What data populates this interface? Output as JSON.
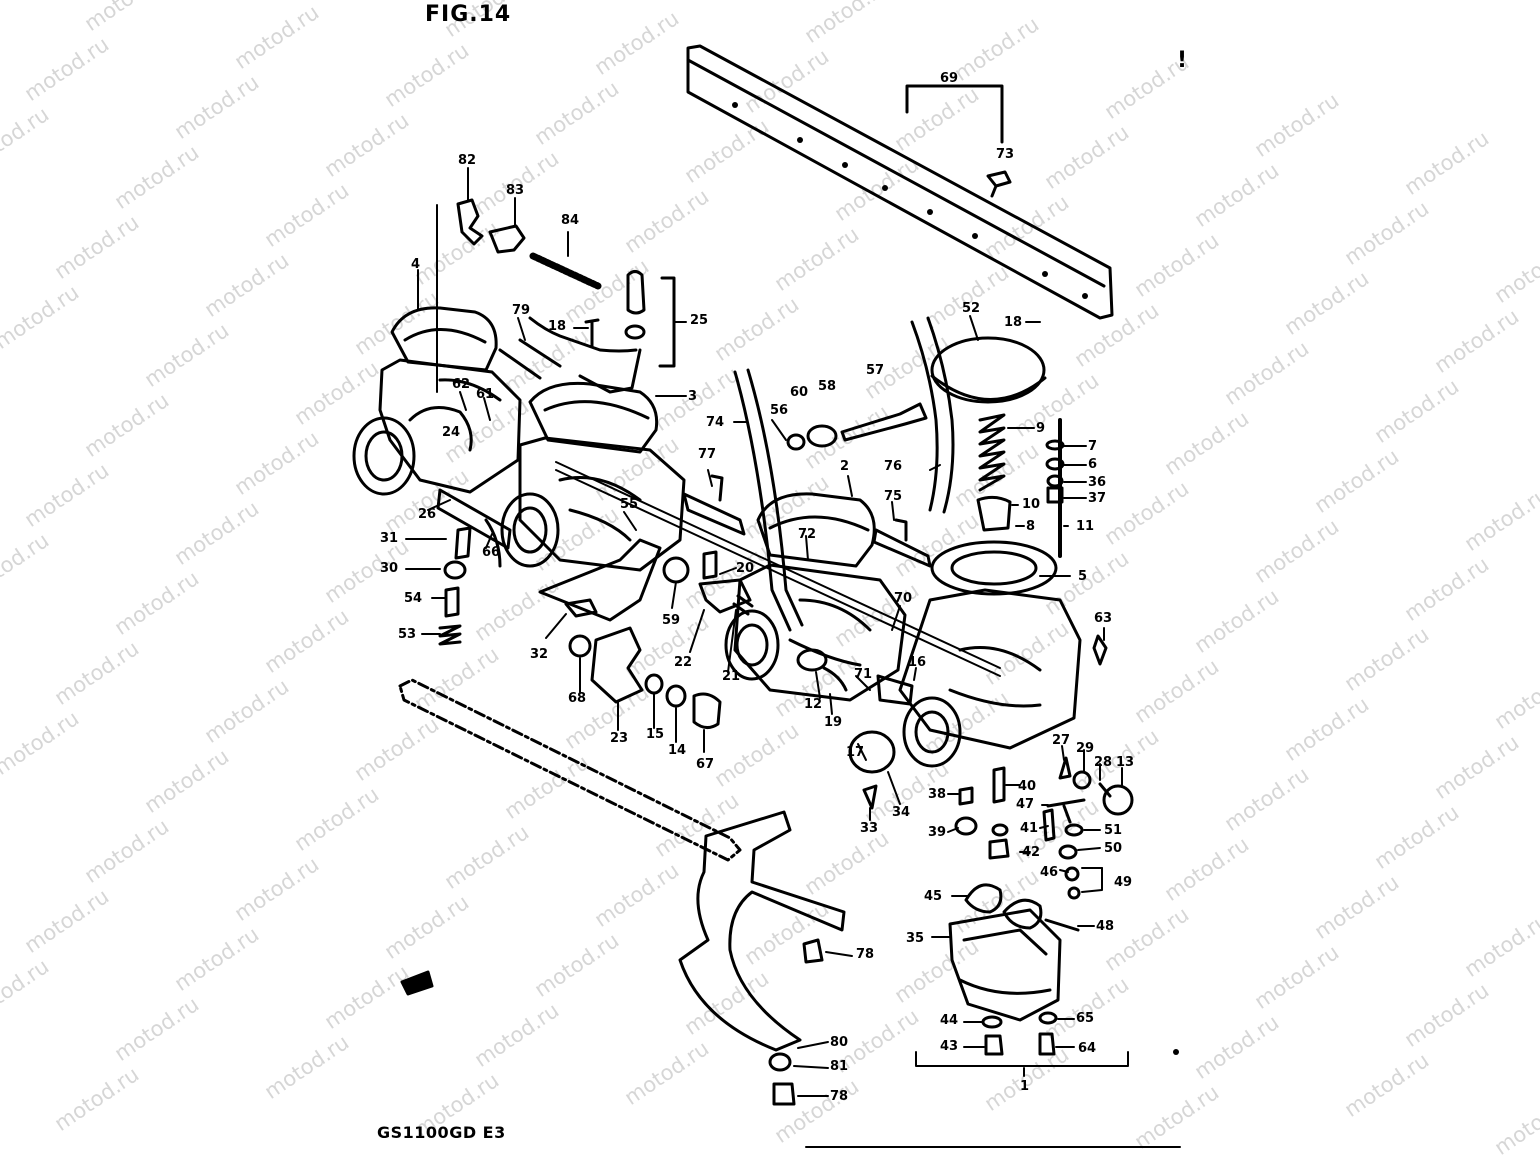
{
  "figure": {
    "title": "FIG.14",
    "model": "GS1100GD E3",
    "mark": "!",
    "watermark": "motod.ru"
  },
  "callouts": [
    {
      "id": "69",
      "label": "69"
    },
    {
      "id": "73",
      "label": "73"
    },
    {
      "id": "82",
      "label": "82"
    },
    {
      "id": "83",
      "label": "83"
    },
    {
      "id": "84",
      "label": "84"
    },
    {
      "id": "4",
      "label": "4"
    },
    {
      "id": "79",
      "label": "79"
    },
    {
      "id": "18a",
      "label": "18"
    },
    {
      "id": "25",
      "label": "25"
    },
    {
      "id": "52",
      "label": "52"
    },
    {
      "id": "18b",
      "label": "18"
    },
    {
      "id": "62",
      "label": "62"
    },
    {
      "id": "61",
      "label": "61"
    },
    {
      "id": "3",
      "label": "3"
    },
    {
      "id": "60",
      "label": "60"
    },
    {
      "id": "58",
      "label": "58"
    },
    {
      "id": "57",
      "label": "57"
    },
    {
      "id": "74",
      "label": "74"
    },
    {
      "id": "56",
      "label": "56"
    },
    {
      "id": "9",
      "label": "9"
    },
    {
      "id": "24",
      "label": "24"
    },
    {
      "id": "7",
      "label": "7"
    },
    {
      "id": "6",
      "label": "6"
    },
    {
      "id": "36",
      "label": "36"
    },
    {
      "id": "37",
      "label": "37"
    },
    {
      "id": "2",
      "label": "2"
    },
    {
      "id": "76",
      "label": "76"
    },
    {
      "id": "77",
      "label": "77"
    },
    {
      "id": "75",
      "label": "75"
    },
    {
      "id": "10",
      "label": "10"
    },
    {
      "id": "8",
      "label": "8"
    },
    {
      "id": "11",
      "label": "11"
    },
    {
      "id": "26",
      "label": "26"
    },
    {
      "id": "55",
      "label": "55"
    },
    {
      "id": "72",
      "label": "72"
    },
    {
      "id": "31",
      "label": "31"
    },
    {
      "id": "66",
      "label": "66"
    },
    {
      "id": "30",
      "label": "30"
    },
    {
      "id": "20",
      "label": "20"
    },
    {
      "id": "5",
      "label": "5"
    },
    {
      "id": "54",
      "label": "54"
    },
    {
      "id": "59",
      "label": "59"
    },
    {
      "id": "70",
      "label": "70"
    },
    {
      "id": "63",
      "label": "63"
    },
    {
      "id": "32",
      "label": "32"
    },
    {
      "id": "53",
      "label": "53"
    },
    {
      "id": "22",
      "label": "22"
    },
    {
      "id": "21",
      "label": "21"
    },
    {
      "id": "16",
      "label": "16"
    },
    {
      "id": "71",
      "label": "71"
    },
    {
      "id": "68",
      "label": "68"
    },
    {
      "id": "12",
      "label": "12"
    },
    {
      "id": "19",
      "label": "19"
    },
    {
      "id": "23",
      "label": "23"
    },
    {
      "id": "15",
      "label": "15"
    },
    {
      "id": "14",
      "label": "14"
    },
    {
      "id": "67",
      "label": "67"
    },
    {
      "id": "17",
      "label": "17"
    },
    {
      "id": "27",
      "label": "27"
    },
    {
      "id": "29",
      "label": "29"
    },
    {
      "id": "28",
      "label": "28"
    },
    {
      "id": "13",
      "label": "13"
    },
    {
      "id": "40",
      "label": "40"
    },
    {
      "id": "38",
      "label": "38"
    },
    {
      "id": "47",
      "label": "47"
    },
    {
      "id": "33",
      "label": "33"
    },
    {
      "id": "34",
      "label": "34"
    },
    {
      "id": "39",
      "label": "39"
    },
    {
      "id": "41",
      "label": "41"
    },
    {
      "id": "51",
      "label": "51"
    },
    {
      "id": "42",
      "label": "42"
    },
    {
      "id": "50",
      "label": "50"
    },
    {
      "id": "46",
      "label": "46"
    },
    {
      "id": "49",
      "label": "49"
    },
    {
      "id": "45",
      "label": "45"
    },
    {
      "id": "48",
      "label": "48"
    },
    {
      "id": "35",
      "label": "35"
    },
    {
      "id": "78a",
      "label": "78"
    },
    {
      "id": "44",
      "label": "44"
    },
    {
      "id": "65",
      "label": "65"
    },
    {
      "id": "80",
      "label": "80"
    },
    {
      "id": "43",
      "label": "43"
    },
    {
      "id": "64",
      "label": "64"
    },
    {
      "id": "81",
      "label": "81"
    },
    {
      "id": "1",
      "label": "1"
    },
    {
      "id": "78b",
      "label": "78"
    }
  ]
}
